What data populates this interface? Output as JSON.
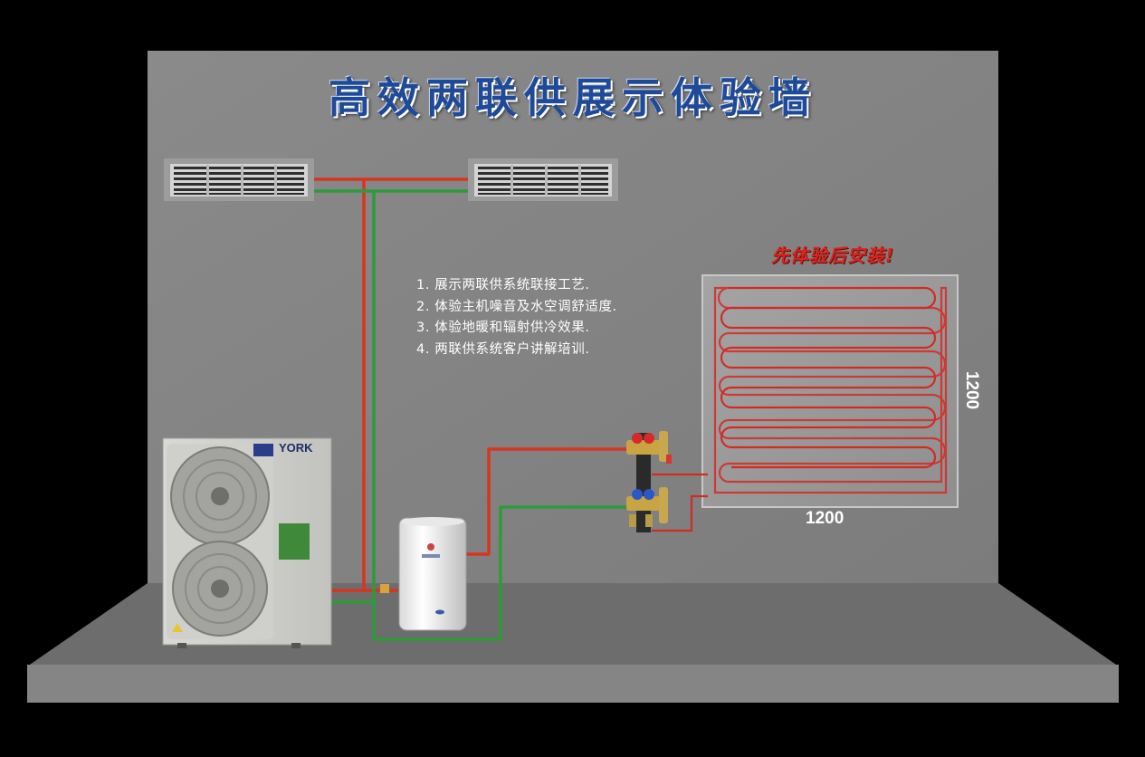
{
  "title": "高效两联供展示体验墙",
  "slogan": "先体验后安装!",
  "features": [
    "1. 展示两联供系统联接工艺.",
    "2. 体验主机噪音及水空调舒适度.",
    "3. 体验地暖和辐射供冷效果.",
    "4. 两联供系统客户讲解培训."
  ],
  "dimensions": {
    "width_label": "1200",
    "height_label": "1200"
  },
  "outdoor_unit": {
    "brand": "YORK"
  },
  "colors": {
    "background": "#000000",
    "wall": "#808080",
    "floor": "#6e6e6e",
    "supply_pipe": "#d8351f",
    "return_pipe": "#2f9a3a",
    "floor_heating_coil": "#d42a24",
    "title": "#1f4a97",
    "slogan": "#d8251d"
  },
  "icons": [
    "air-vent-icon",
    "heat-pump-icon",
    "water-tank-icon",
    "manifold-icon",
    "floor-heating-coil-icon"
  ]
}
